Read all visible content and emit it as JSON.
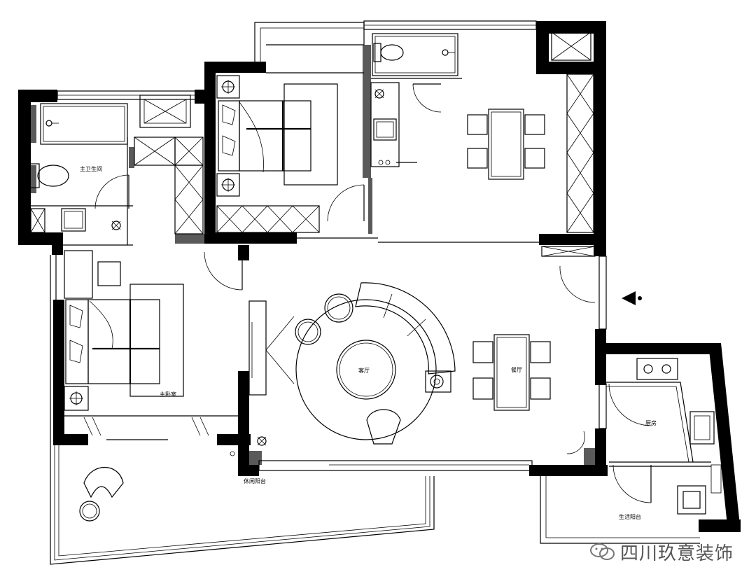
{
  "rooms": {
    "master_bath": "主卫生间",
    "master_bedroom": "主卧室",
    "living_room": "客厅",
    "dining_room": "餐厅",
    "kitchen": "厨房",
    "leisure_balcony": "休闲阳台",
    "service_balcony": "生活阳台"
  },
  "watermark": {
    "text": "四川玖意装饰",
    "icon": "wechat-logo-icon"
  }
}
